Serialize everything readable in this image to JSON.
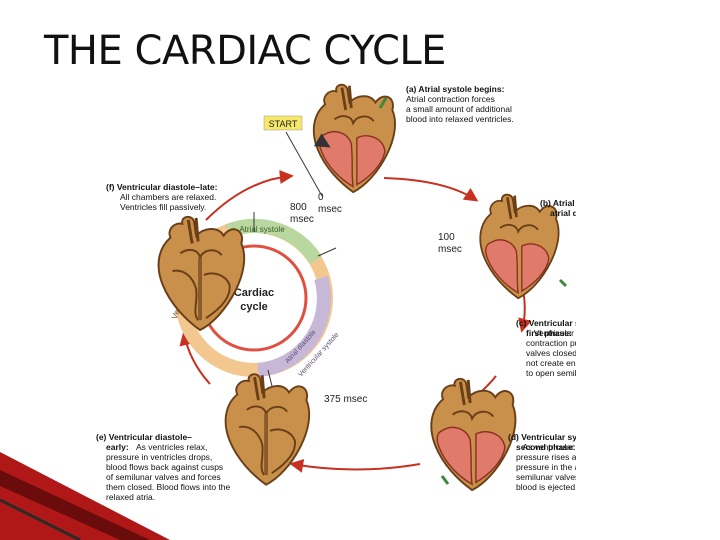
{
  "slide": {
    "title": "THE CARDIAC CYCLE"
  },
  "figure": {
    "start_label": "START",
    "center_label_1": "Cardiac",
    "center_label_2": "cycle",
    "time_0": "0",
    "time_0_unit": "msec",
    "time_800": "800",
    "time_800_unit": "msec",
    "time_100": "100",
    "time_100_unit": "msec",
    "time_375": "375 msec",
    "ring_atrial_systole": "Atrial systole",
    "ring_atrial_diastole": "Atrial diastole",
    "ring_ventricular_diastole": "Ventricular diastole",
    "ring_ventricular_systole": "Ventricular systole",
    "colors": {
      "heart_tissue": "#c8904a",
      "heart_dark": "#8a5a2a",
      "ventricle_contracting": "#e07a6a",
      "ring_atrial": "#b8d8a0",
      "ring_ventricular_diastole": "#f2c890",
      "ring_ventricular_systole": "#c8b8d8",
      "ring_inner_red": "#e05040",
      "cycle_arrow": "#c83020",
      "start_box": "#f7e86a"
    },
    "captions": {
      "a": {
        "head": "(a) Atrial systole begins:",
        "lines": [
          "Atrial contraction forces",
          "a small amount of additional",
          "blood into relaxed ventricles."
        ]
      },
      "b": {
        "head_lines": [
          "(b) Atrial systole ends,",
          "atrial diastole begins"
        ]
      },
      "c": {
        "head": "(c) Ventricular systole–",
        "head2": "first phase:",
        "lines": [
          "Ventricular",
          "contraction pushes AV",
          "valves closed but does",
          "not create enough pressure",
          "to open semilunar valves."
        ]
      },
      "d": {
        "head": "(d) Ventricular systole–",
        "head2": "second phase:",
        "lines": [
          "As ventricular",
          "pressure rises and exceeds",
          "pressure in the arteries, the",
          "semilunar valves open and",
          "blood is ejected."
        ]
      },
      "e": {
        "head": "(e) Ventricular diastole–",
        "head2": "early:",
        "lines": [
          "As ventricles relax,",
          "pressure in ventricles drops,",
          "blood flows back against cusps",
          "of semilunar valves and forces",
          "them closed. Blood flows into the",
          "relaxed atria."
        ]
      },
      "f": {
        "head": "(f) Ventricular diastole–late:",
        "lines": [
          "All chambers are relaxed.",
          "Ventricles fill passively."
        ]
      }
    }
  }
}
